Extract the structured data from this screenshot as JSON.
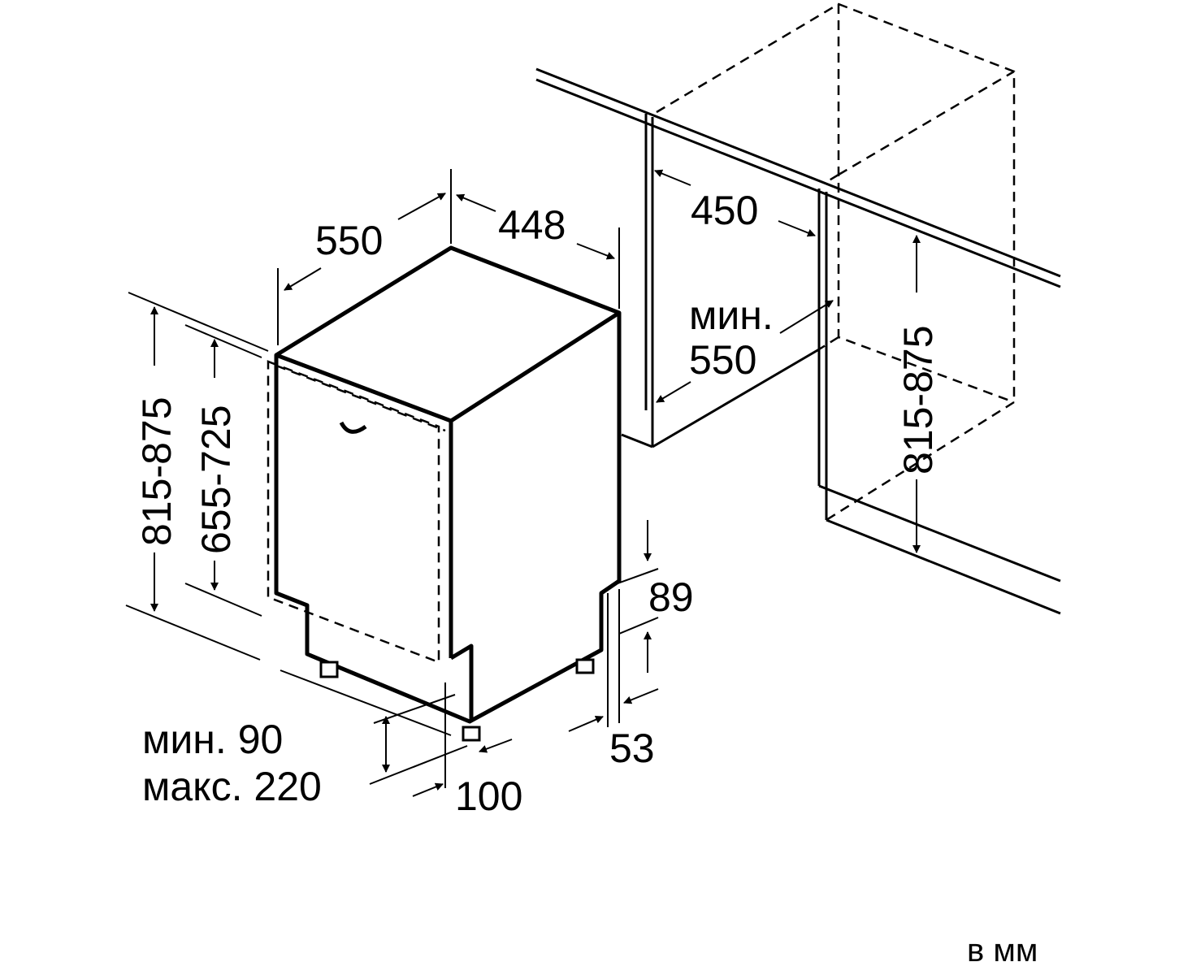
{
  "dimensions": {
    "depth_appliance": "550",
    "width_appliance": "448",
    "niche_width": "450",
    "niche_depth_prefix": "мин.",
    "niche_depth": "550",
    "height_total": "815-875",
    "height_door": "655-725",
    "niche_height": "815-875",
    "plinth_height": "89",
    "plinth_recess": "53",
    "plinth_min": "мин. 90",
    "plinth_max": "макс. 220",
    "foot_offset": "100"
  },
  "unit_label": "в мм",
  "colors": {
    "line": "#000000",
    "background": "#ffffff"
  }
}
